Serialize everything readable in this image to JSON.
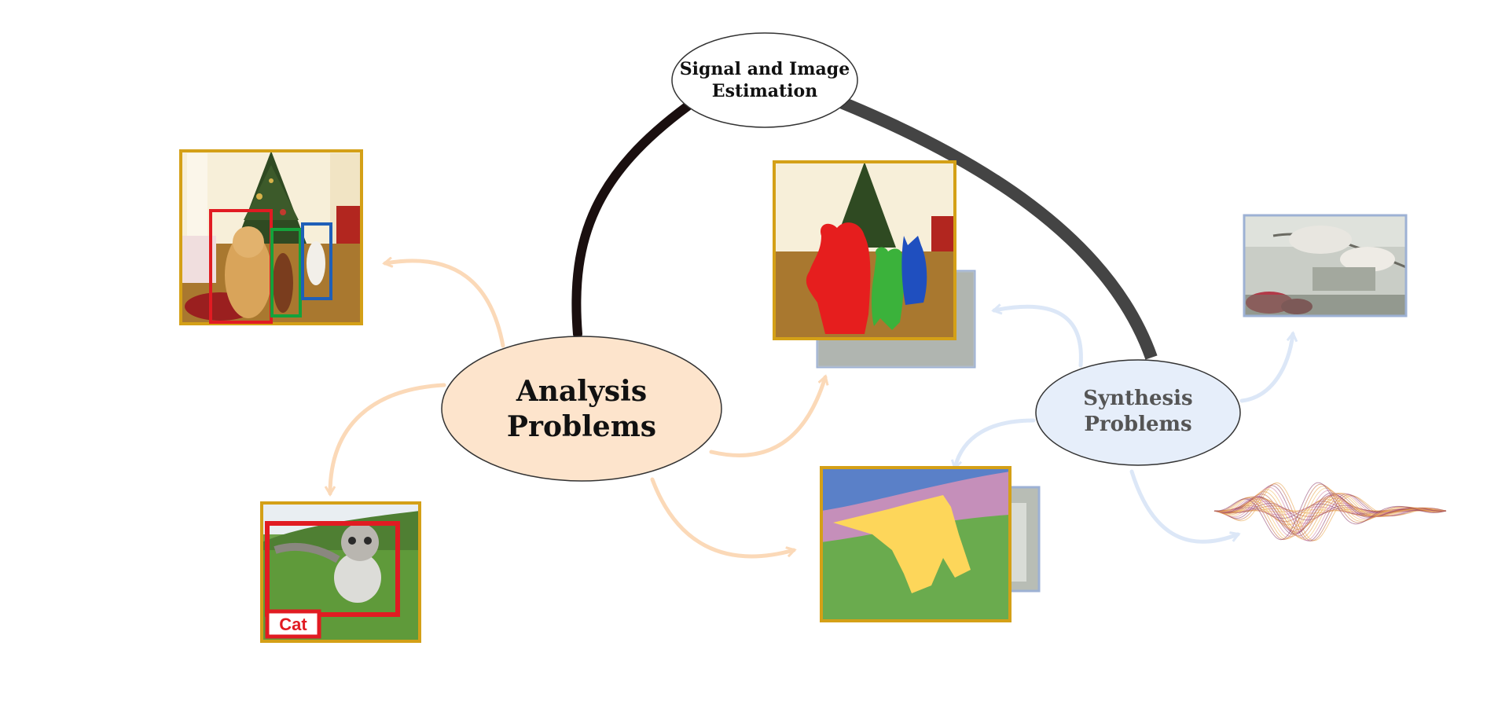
{
  "nodes": {
    "top": {
      "line1": "Signal and Image",
      "line2": "Estimation"
    },
    "analysis": {
      "line1": "Analysis",
      "line2": "Problems"
    },
    "synthesis": {
      "line1": "Synthesis",
      "line2": "Problems"
    }
  },
  "images": {
    "cat_label": "Cat"
  },
  "colors": {
    "analysis_fill": "#fde4cc",
    "synthesis_fill": "#e6eefa",
    "analysis_arrow": "#fbd9b8",
    "synthesis_arrow": "#dce7f7",
    "frame_gold": "#d4a017",
    "frame_blue": "#9db1d4",
    "box_red": "#e11b22",
    "box_green": "#14a23b",
    "box_blue": "#1f5fb8"
  }
}
